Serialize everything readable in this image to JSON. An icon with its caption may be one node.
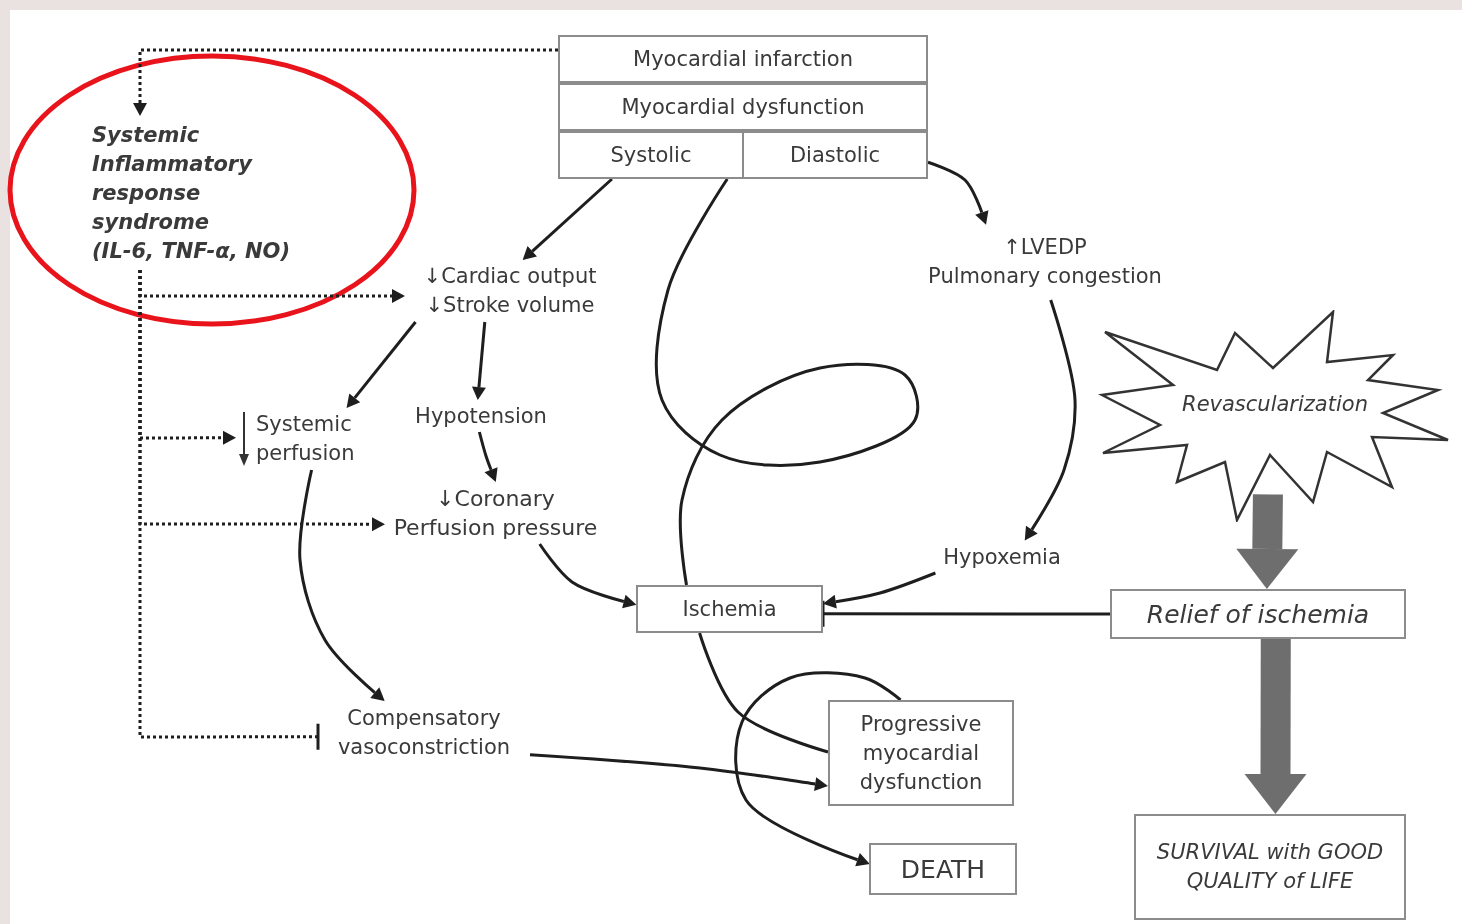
{
  "diagram": {
    "nodes": [
      {
        "text": [
          "Myocardial infarction"
        ]
      },
      {
        "text": [
          "Myocardial dysfunction"
        ]
      },
      {
        "text": [
          "Systolic"
        ]
      },
      {
        "text": [
          "Diastolic"
        ]
      },
      {
        "text": [
          "Systemic Inflammatory response syndrome",
          "(IL-6, TNF-α, NO)"
        ]
      },
      {
        "text": [
          "↓Cardiac output",
          "↓Stroke volume"
        ]
      },
      {
        "text": [
          "Systemic perfusion"
        ]
      },
      {
        "text": [
          "Hypotension"
        ]
      },
      {
        "text": [
          "↓Coronary Perfusion pressure"
        ]
      },
      {
        "text": [
          "↑LVEDP",
          "Pulmonary congestion"
        ]
      },
      {
        "text": [
          "Hypoxemia"
        ]
      },
      {
        "text": [
          "Revascularization"
        ]
      },
      {
        "text": [
          "Ischemia"
        ]
      },
      {
        "text": [
          "Relief of ischemia"
        ]
      },
      {
        "text": [
          "Compensatory vasoconstriction"
        ]
      },
      {
        "text": [
          "Progressive myocardial dysfunction"
        ]
      },
      {
        "text": [
          "DEATH"
        ]
      },
      {
        "text": [
          "SURVIVAL with GOOD QUALITY of LIFE"
        ]
      }
    ],
    "edges": [
      {
        "from": 0,
        "to": 4,
        "arrow": "to",
        "style": "dashed"
      },
      {
        "from": 4,
        "to": 5,
        "arrow": "to",
        "style": "dashed"
      },
      {
        "from": 4,
        "to": 6,
        "arrow": "to",
        "style": "dashed"
      },
      {
        "from": 4,
        "to": 8,
        "arrow": "to",
        "style": "dashed"
      },
      {
        "from": 4,
        "to": 14,
        "arrow": "other",
        "style": "dashed"
      },
      {
        "from": 2,
        "to": 5,
        "arrow": "to"
      },
      {
        "from": 3,
        "to": 9,
        "arrow": "to"
      },
      {
        "from": 5,
        "to": 6,
        "arrow": "to"
      },
      {
        "from": 5,
        "to": 7,
        "arrow": "to"
      },
      {
        "from": 7,
        "to": 8,
        "arrow": "to"
      },
      {
        "from": 6,
        "to": 14,
        "arrow": "to"
      },
      {
        "from": 8,
        "to": 12,
        "arrow": "to"
      },
      {
        "from": 9,
        "to": 10,
        "arrow": "to"
      },
      {
        "from": 10,
        "to": 12,
        "arrow": "to"
      },
      {
        "from": 13,
        "to": 12,
        "arrow": "other"
      },
      {
        "from": 11,
        "to": 13,
        "arrow": "to",
        "style": "thick",
        "color": "#6e6e6e"
      },
      {
        "from": 13,
        "to": 17,
        "arrow": "to",
        "style": "thick",
        "color": "#6e6e6e"
      },
      {
        "from": 14,
        "to": 15,
        "arrow": "to"
      },
      {
        "from": 2,
        "to": 12,
        "arrow": "none"
      },
      {
        "from": 12,
        "to": 15,
        "arrow": "none"
      },
      {
        "from": 15,
        "to": 16,
        "arrow": "to"
      }
    ]
  }
}
